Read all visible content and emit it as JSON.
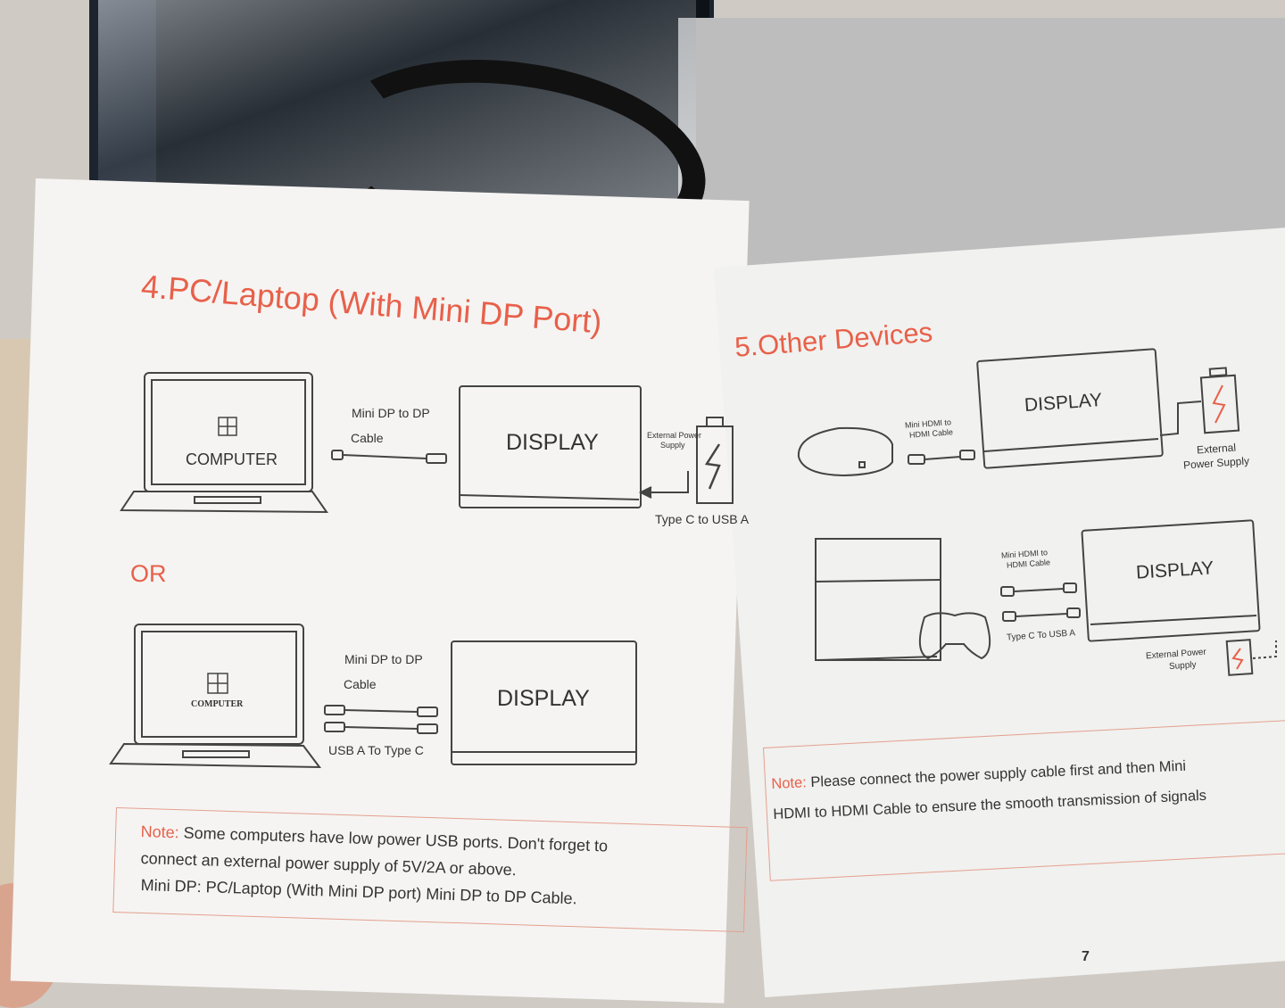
{
  "left_page": {
    "title": "4.PC/Laptop (With Mini DP Port)",
    "diagram1": {
      "computer_label": "COMPUTER",
      "cable_line1": "Mini DP to DP",
      "cable_line2": "Cable",
      "display_label": "DISPLAY",
      "power_label_line1": "External Power",
      "power_label_line2": "Supply",
      "power_cable_label": "Type C to USB A"
    },
    "or_label": "OR",
    "diagram2": {
      "computer_label": "COMPUTER",
      "cable_line1": "Mini DP to DP",
      "cable_line2": "Cable",
      "usb_label": "USB A To Type C",
      "display_label": "DISPLAY"
    },
    "note": {
      "label": "Note:",
      "line1": "Some computers have low power USB ports. Don't forget to",
      "line2": "connect an external power supply of 5V/2A or above.",
      "line3": "Mini DP: PC/Laptop (With Mini DP port) Mini DP to DP Cable."
    }
  },
  "right_page": {
    "title": "5.Other Devices",
    "diagram1": {
      "cable_line1": "Mini HDMI to",
      "cable_line2": "HDMI Cable",
      "display_label": "DISPLAY",
      "power_line1": "External",
      "power_line2": "Power Supply"
    },
    "diagram2": {
      "cable_line1": "Mini HDMI to",
      "cable_line2": "HDMI Cable",
      "usb_label": "Type C To USB A",
      "display_label": "DISPLAY",
      "power_line1": "External Power",
      "power_line2": "Supply"
    },
    "note": {
      "label": "Note:",
      "line1": "Please connect the power supply cable first and then Mini",
      "line2": "HDMI to HDMI Cable to ensure the smooth transmission of signals"
    },
    "page_number": "7"
  },
  "colors": {
    "accent": "#e8604a",
    "text": "#333333"
  }
}
